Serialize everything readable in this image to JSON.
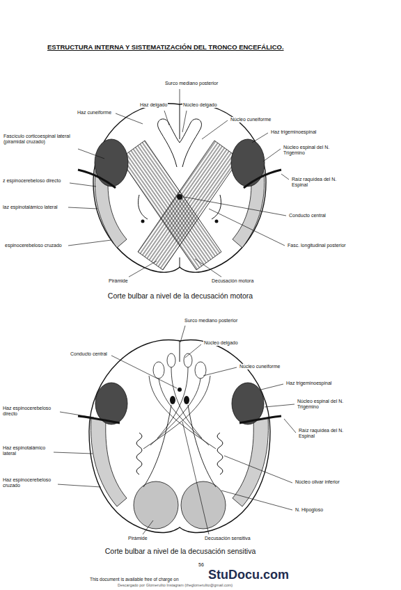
{
  "diagram": {
    "title": "ESTRUCTURA INTERNA Y SISTEMATIZACIÓN DEL TRONCO ENCEFÁLICO.",
    "labels": [
      "Surco mediano posterior",
      "Haz delgado",
      "Núcleo delgado",
      "Haz cuneiforme",
      "Núcleo cuneiforme",
      "Haz trigeminoespinal",
      "Fascículo corticoespinal lateral (piramidal cruzado)",
      "Núcleo espinal del N. Trigémino",
      "Raíz raquídea del N. Espinal",
      "z espinocerebeloso directo",
      "laz espinotalámico lateral",
      "Conducto central",
      "espinocerebeloso cruzado",
      "Fasc. longitudinal posterior",
      "Pirámide",
      "Decusación motora",
      "Corte bulbar a nivel de la decusación motora",
      "Surco mediano posterior",
      "Núcleo delgado",
      "Conducto central",
      "Núcleo cuneiforme",
      "Haz trigeminoespinal",
      "Haz espinocerebeloso directo",
      "Núcleo espinal del N. Trigémino",
      "Raíz raquídea del N. Espinal",
      "Haz espinotalámico lateral",
      "Haz espinocerebeloso cruzado",
      "Núcleo olivar inferior",
      "N. Hipogloso",
      "Pirámide",
      "Decusación sensitiva",
      "Corte bulbar a nivel de la decusación sensitiva",
      "56",
      "This document is available free of charge on",
      "StuDocu.com",
      "Descargado por Glomerulito Instagram (theglomerulito@gmail.com)"
    ]
  }
}
